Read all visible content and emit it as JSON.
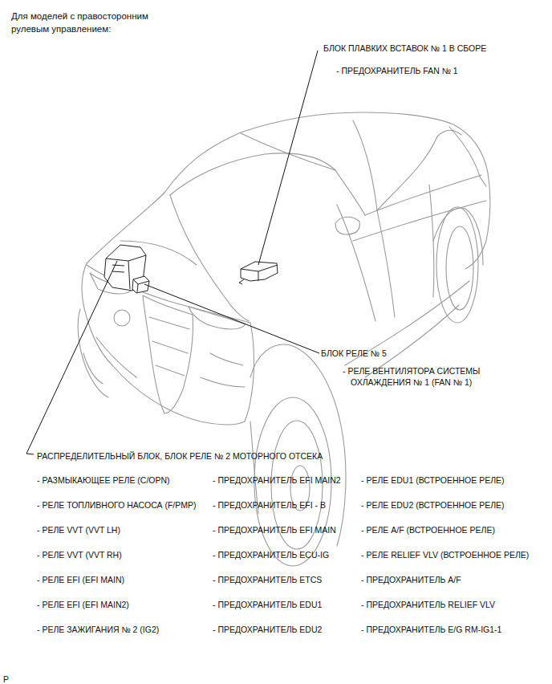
{
  "diagram": {
    "title": "Для моделей с правосторонним рулевым управлением:",
    "labels": [
      "БЛОК ПЛАВКИХ ВСТАВОК № 1 В СБОРЕ",
      "- ПРЕДОХРАНИТЕЛЬ FAN № 1",
      "БЛОК РЕЛЕ № 5",
      "- РЕЛЕ ВЕНТИЛЯТОРА СИСТЕМЫ ОХЛАЖДЕНИЯ № 1 (FAN № 1)",
      "РАСПРЕДЕЛИТЕЛЬНЫЙ БЛОК, БЛОК РЕЛЕ № 2 МОТОРНОГО ОТСЕКА",
      "- РАЗМЫКАЮЩЕЕ РЕЛЕ (C/OPN)",
      "- ПРЕДОХРАНИТЕЛЬ EFI MAIN2",
      "- РЕЛЕ EDU1 (ВСТРОЕННОЕ РЕЛЕ)",
      "- РЕЛЕ ТОПЛИВНОГО НАСОСА (F/PMP)",
      "- ПРЕДОХРАНИТЕЛЬ EFI - B",
      "- РЕЛЕ EDU2 (ВСТРОЕННОЕ РЕЛЕ)",
      "- РЕЛЕ VVT (VVT LH)",
      "- ПРЕДОХРАНИТЕЛЬ EFI MAIN",
      "- РЕЛЕ A/F (ВСТРОЕННОЕ РЕЛЕ)",
      "- РЕЛЕ VVT (VVT RH)",
      "- ПРЕДОХРАНИТЕЛЬ ECU-IG",
      "- РЕЛЕ RELIEF VLV (ВСТРОЕННОЕ РЕЛЕ)",
      "- РЕЛЕ EFI (EFI MAIN)",
      "- ПРЕДОХРАНИТЕЛЬ ETCS",
      "- ПРЕДОХРАНИТЕЛЬ A/F",
      "- РЕЛЕ EFI (EFI MAIN2)",
      "- ПРЕДОХРАНИТЕЛЬ EDU1",
      "- ПРЕДОХРАНИТЕЛЬ RELIEF VLV",
      "- РЕЛЕ ЗАЖИГАНИЯ № 2 (IG2)",
      "- ПРЕДОХРАНИТЕЛЬ EDU2",
      "- ПРЕДОХРАНИТЕЛЬ E/G RM-IG1-1",
      "P"
    ]
  }
}
